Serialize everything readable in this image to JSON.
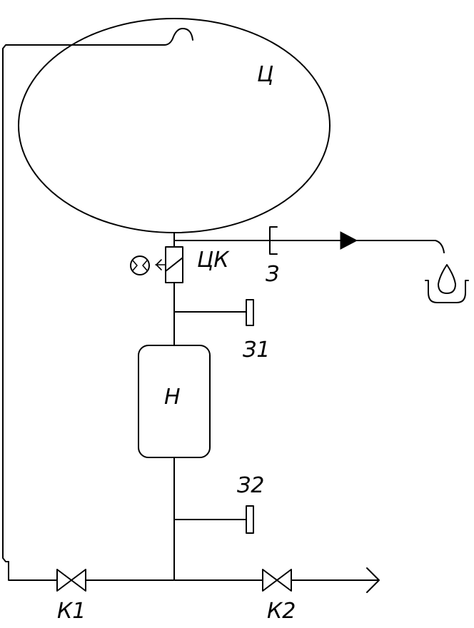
{
  "diagram": {
    "labels": {
      "cylinder": "Ц",
      "cylinder_valve": "ЦК",
      "valve_3": "З",
      "valve_31": "З1",
      "pump": "Н",
      "valve_32": "З2",
      "valve_k1": "К1",
      "valve_k2": "К2"
    }
  }
}
